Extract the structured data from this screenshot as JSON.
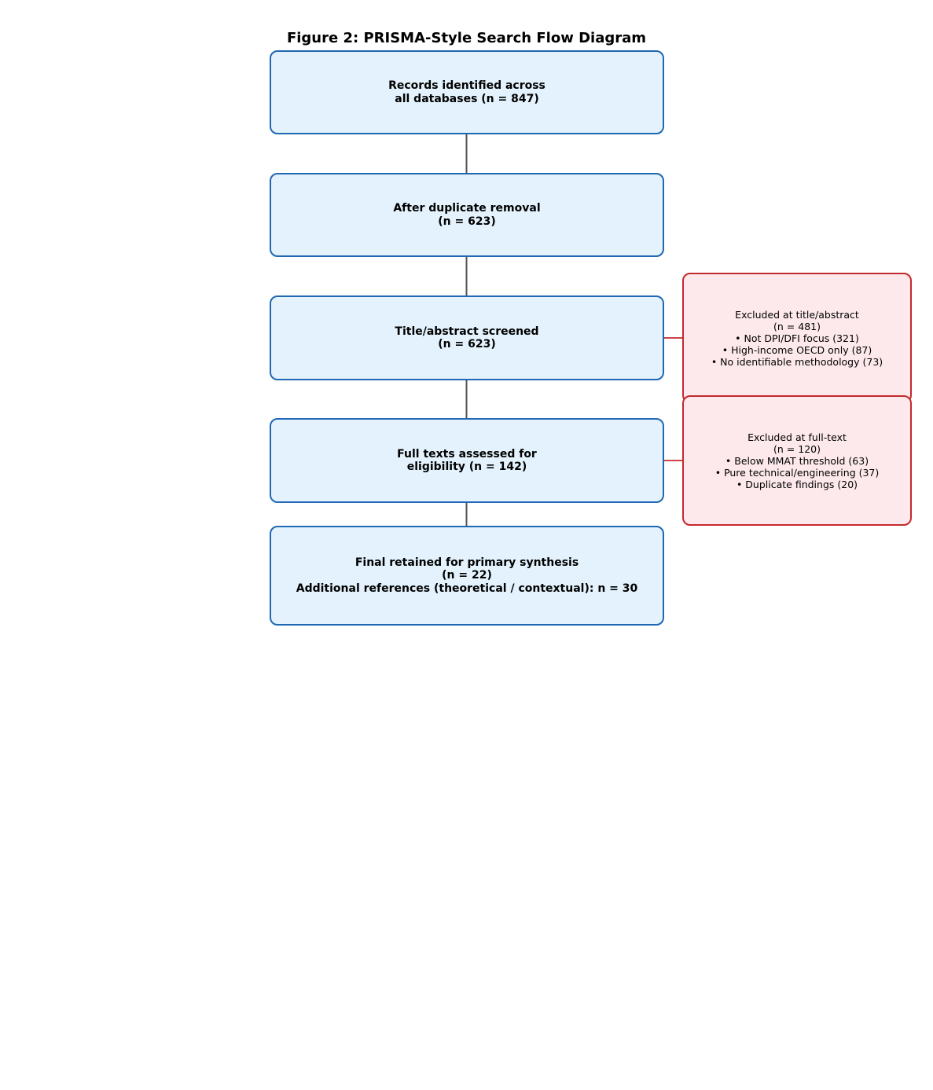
{
  "title": "Figure 2: PRISMA-Style Search Flow Diagram",
  "colors": {
    "main_border": "#1f68b3",
    "main_fill": "#e3f2fc",
    "excluded_border": "#c3292b",
    "excluded_fill": "#fde9ec",
    "arrow": "#555555",
    "excluded_arrow": "#c3292b"
  },
  "steps": [
    {
      "lines": [
        "Records identified across",
        "all databases (n = 847)"
      ]
    },
    {
      "lines": [
        "After duplicate removal",
        "(n = 623)"
      ]
    },
    {
      "lines": [
        "Title/abstract screened",
        "(n = 623)"
      ]
    },
    {
      "lines": [
        "Full texts assessed for",
        "eligibility (n = 142)"
      ]
    },
    {
      "lines": [
        "Final retained for primary synthesis",
        "(n = 22)",
        "Additional references (theoretical / contextual): n = 30"
      ]
    }
  ],
  "exclusions": [
    {
      "lines": [
        "Excluded at title/abstract",
        "(n = 481)",
        "• Not DPI/DFI focus (321)",
        "• High-income OECD only (87)",
        "• No identifiable methodology (73)"
      ]
    },
    {
      "lines": [
        "Excluded at full-text",
        "(n = 120)",
        "• Below MMAT threshold (63)",
        "• Pure technical/engineering (37)",
        "• Duplicate findings (20)"
      ]
    }
  ]
}
